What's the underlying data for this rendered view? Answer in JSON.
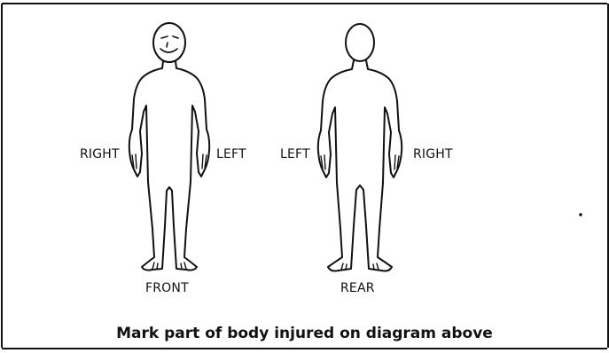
{
  "front_figure": {
    "side_left_label": "RIGHT",
    "side_right_label": "LEFT",
    "view_label": "FRONT"
  },
  "rear_figure": {
    "side_left_label": "LEFT",
    "side_right_label": "RIGHT",
    "view_label": "REAR"
  },
  "caption": "Mark  part of body injured on diagram above",
  "colors": {
    "ink": "#111111",
    "background": "#ffffff"
  }
}
